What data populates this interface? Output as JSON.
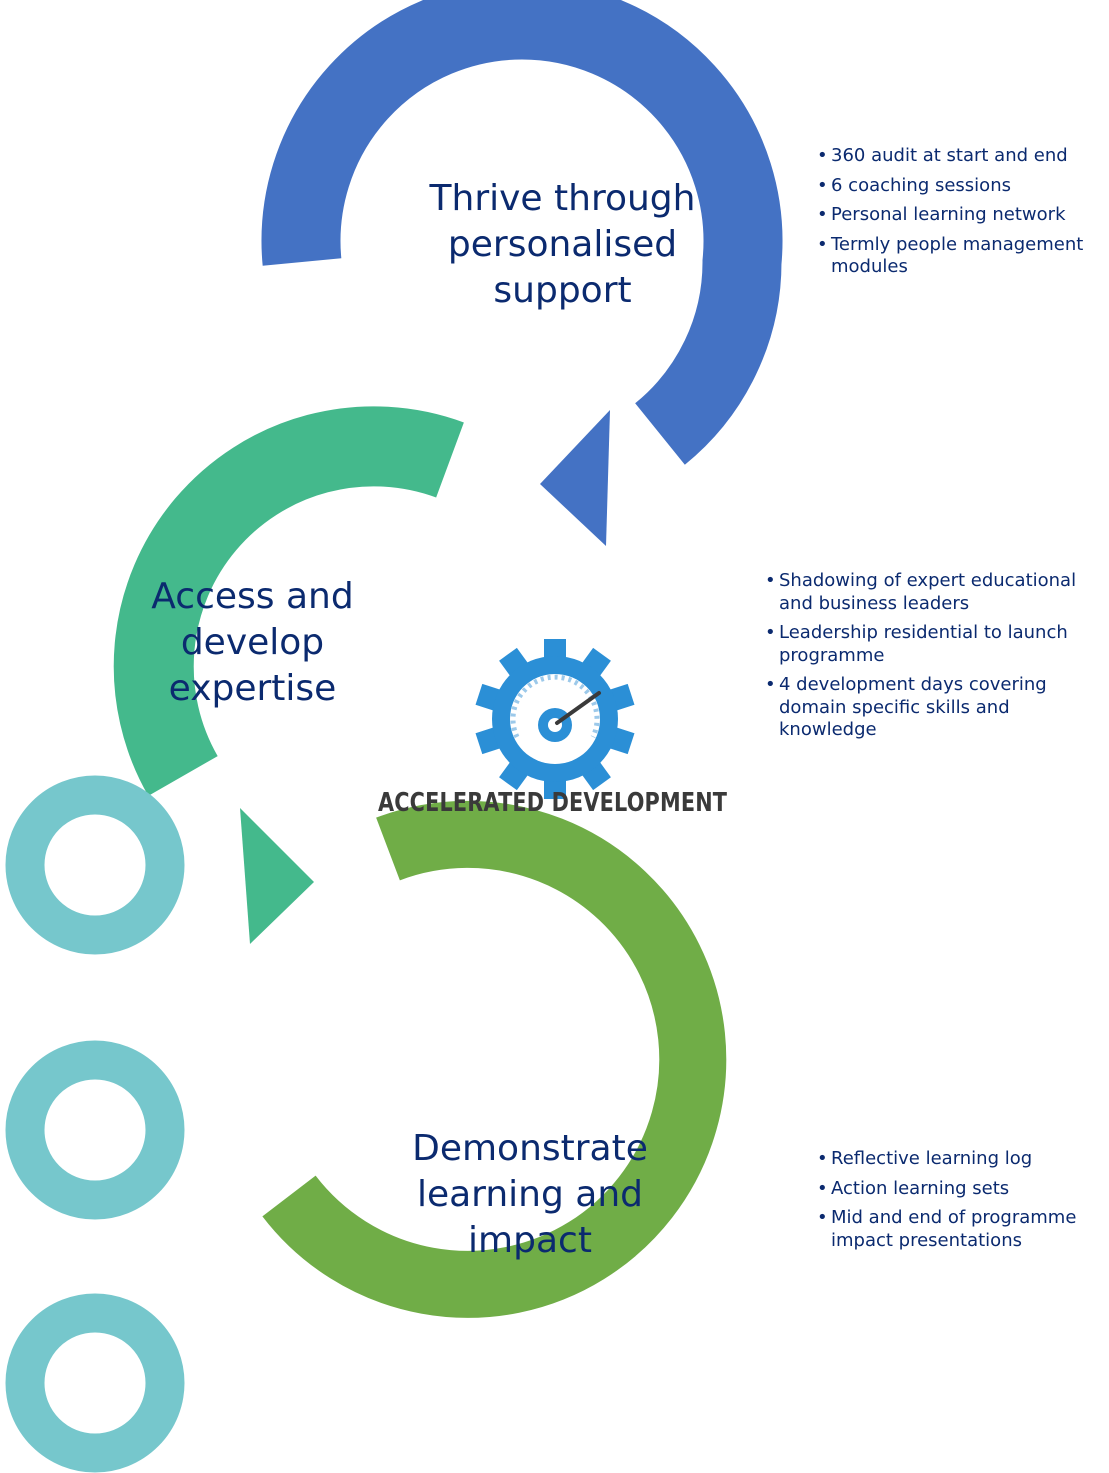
{
  "stages": [
    {
      "title_lines": [
        "Thrive through",
        "personalised",
        "support"
      ],
      "color": "#4472C4",
      "bullets": [
        "360 audit at start and end",
        "6 coaching sessions",
        "Personal learning network",
        "Termly people management modules"
      ]
    },
    {
      "title_lines": [
        "Access and",
        "develop",
        "expertise"
      ],
      "color": "#44B98C",
      "bullets": [
        "Shadowing of expert educational and business leaders",
        "Leadership residential to launch programme",
        "4 development days covering domain specific skills and knowledge"
      ]
    },
    {
      "title_lines": [
        "Demonstrate",
        "learning and",
        "impact"
      ],
      "color": "#70AD47",
      "bullets": [
        "Reflective learning log",
        "Action learning sets",
        "Mid and end of programme impact presentations"
      ]
    }
  ],
  "logo": {
    "text": "ACCELERATED DEVELOPMENT",
    "icon": "gear-gauge-icon",
    "gear_color": "#2B8FD6",
    "text_color": "#3a3a3a"
  },
  "decor": {
    "icon": "ring-icon",
    "color": "#76C7CC"
  }
}
